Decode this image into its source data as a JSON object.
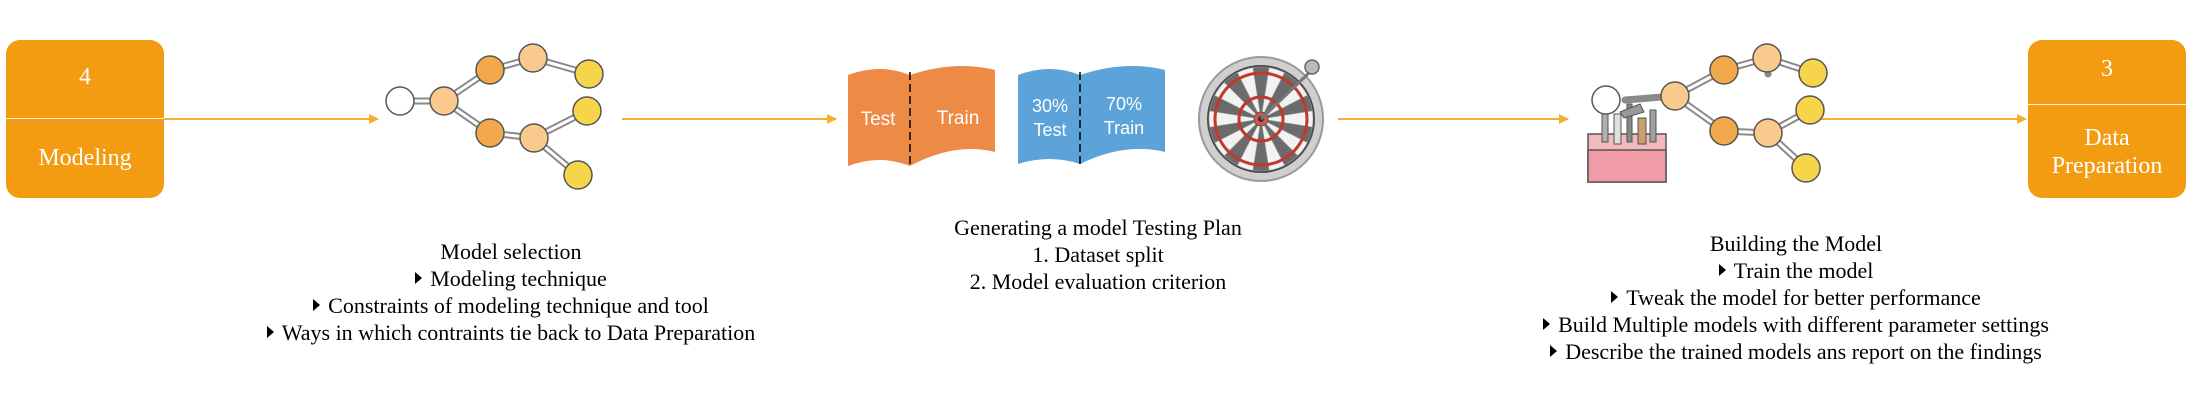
{
  "colors": {
    "box_fill": "#f39c12",
    "arrow": "#f5b02e",
    "node_white": "#ffffff",
    "node_light": "#f9c98e",
    "node_mid": "#f2a94c",
    "node_yellow": "#f7d54a",
    "split_orange": "#ed8a45",
    "split_blue": "#5ba3d8",
    "toolbox_pink": "#f4b8bf"
  },
  "left_box": {
    "number": "4",
    "label": "Modeling"
  },
  "right_box": {
    "number": "3",
    "label_line1": "Data",
    "label_line2": "Preparation"
  },
  "split_orange": {
    "left": "Test",
    "right": "Train"
  },
  "split_blue": {
    "left_pct": "30%",
    "left_label": "Test",
    "right_pct": "70%",
    "right_label": "Train"
  },
  "captions": {
    "model_selection": {
      "title": "Model selection",
      "items": [
        "Modeling technique",
        "Constraints of modeling technique and tool",
        "Ways in which contraints tie back to Data Preparation"
      ]
    },
    "testing_plan": {
      "title": "Generating a model Testing Plan",
      "lines": [
        "1. Dataset split",
        "2. Model evaluation criterion"
      ]
    },
    "building": {
      "title": "Building the Model",
      "items": [
        "Train the model",
        "Tweak the model for better performance",
        "Build Multiple models with different parameter settings",
        "Describe the trained models ans report on the findings"
      ]
    }
  },
  "icons": [
    "network-graph-icon",
    "dataset-split-icon",
    "dartboard-icon",
    "toolbox-icon"
  ]
}
